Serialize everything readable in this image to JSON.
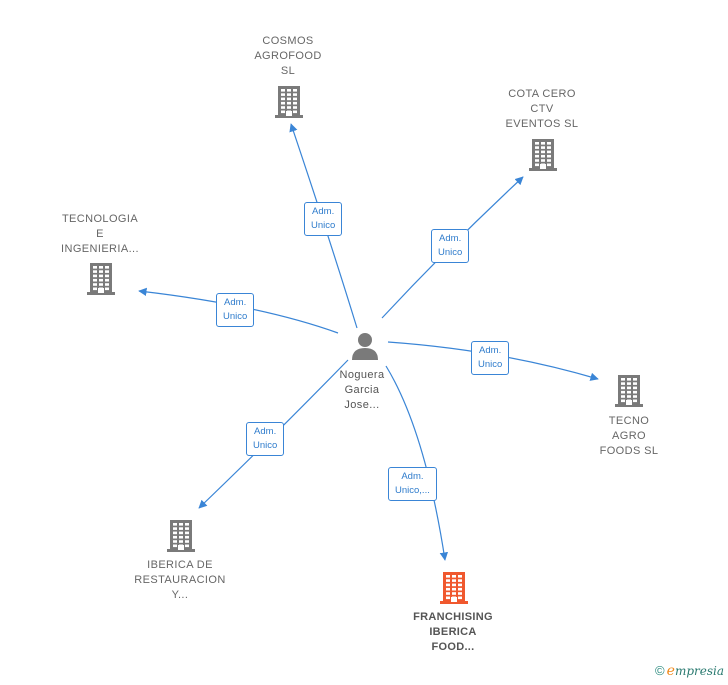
{
  "colors": {
    "edge": "#3a85d6",
    "building": "#7a7a7a",
    "building_highlight": "#f0582e",
    "person": "#7a7a7a"
  },
  "person": {
    "icon": "person-icon",
    "label_lines": [
      "Noguera",
      "Garcia",
      "Jose..."
    ]
  },
  "companies": [
    {
      "id": "cosmos",
      "label_lines": [
        "COSMOS",
        "AGROFOOD",
        "SL"
      ],
      "highlight": false,
      "icon": "building-icon"
    },
    {
      "id": "cota-cero",
      "label_lines": [
        "COTA CERO",
        "CTV",
        "EVENTOS  SL"
      ],
      "highlight": false,
      "icon": "building-icon"
    },
    {
      "id": "tecnologia",
      "label_lines": [
        "TECNOLOGIA",
        "E",
        "INGENIERIA..."
      ],
      "highlight": false,
      "icon": "building-icon"
    },
    {
      "id": "tecno-agro",
      "label_lines": [
        "TECNO",
        "AGRO",
        "FOODS  SL"
      ],
      "highlight": false,
      "icon": "building-icon"
    },
    {
      "id": "iberica-rest",
      "label_lines": [
        "IBERICA DE",
        "RESTAURACION",
        "Y..."
      ],
      "highlight": false,
      "icon": "building-icon"
    },
    {
      "id": "franchising",
      "label_lines": [
        "FRANCHISING",
        "IBERICA",
        "FOOD..."
      ],
      "highlight": true,
      "icon": "building-icon"
    }
  ],
  "relations": [
    {
      "target": "cosmos",
      "label_lines": [
        "Adm.",
        "Unico"
      ]
    },
    {
      "target": "cota-cero",
      "label_lines": [
        "Adm.",
        "Unico"
      ]
    },
    {
      "target": "tecnologia",
      "label_lines": [
        "Adm.",
        "Unico"
      ]
    },
    {
      "target": "tecno-agro",
      "label_lines": [
        "Adm.",
        "Unico"
      ]
    },
    {
      "target": "iberica-rest",
      "label_lines": [
        "Adm.",
        "Unico"
      ]
    },
    {
      "target": "franchising",
      "label_lines": [
        "Adm.",
        "Unico,..."
      ]
    }
  ],
  "footer": {
    "copyright": "©",
    "brand_initial": "e",
    "brand_rest": "mpresia"
  }
}
